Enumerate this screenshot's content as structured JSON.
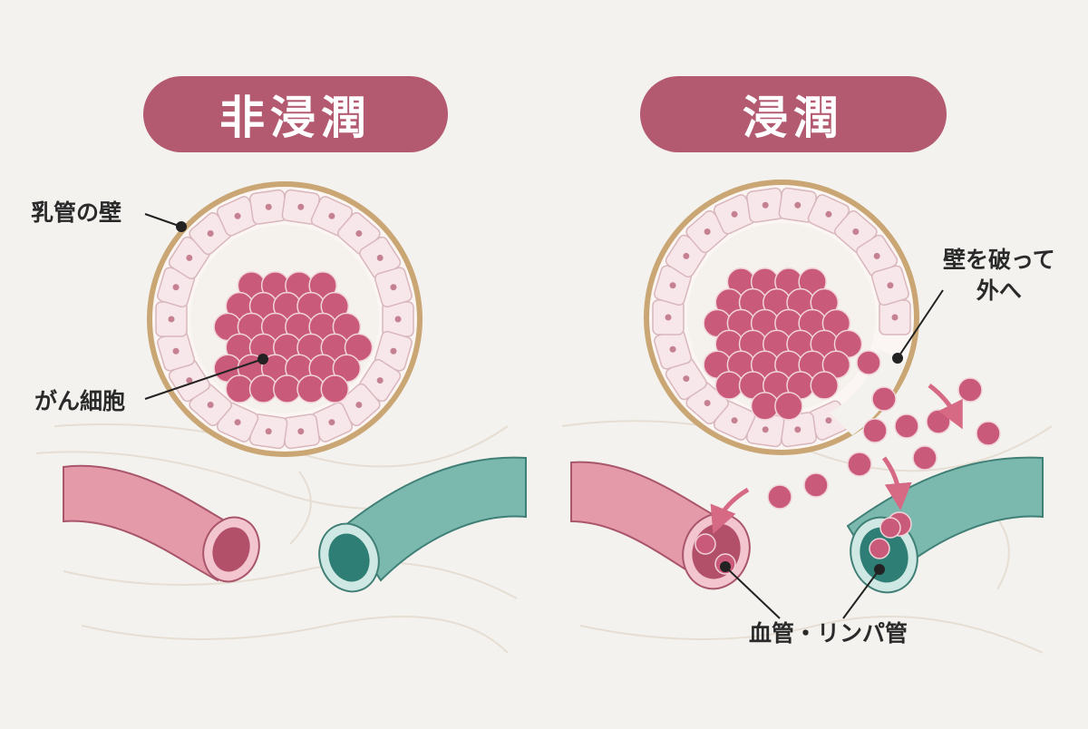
{
  "panels": {
    "left": {
      "title": "非浸潤"
    },
    "right": {
      "title": "浸潤"
    }
  },
  "labels": {
    "duct_wall": "乳管の壁",
    "cancer_cells": "がん細胞",
    "break_wall_line1": "壁を破って",
    "break_wall_line2": "外へ",
    "vessels": "血管・リンパ管"
  },
  "colors": {
    "background": "#f4f2ef",
    "title_pill": "#b35a70",
    "duct_wall": "#c9a674",
    "duct_cell": "#f8e7ea",
    "cancer_cell": "#c95a79",
    "blood_vessel": "#d97f95",
    "lymph_vessel": "#5fa59c",
    "arrow": "#d66a84"
  }
}
